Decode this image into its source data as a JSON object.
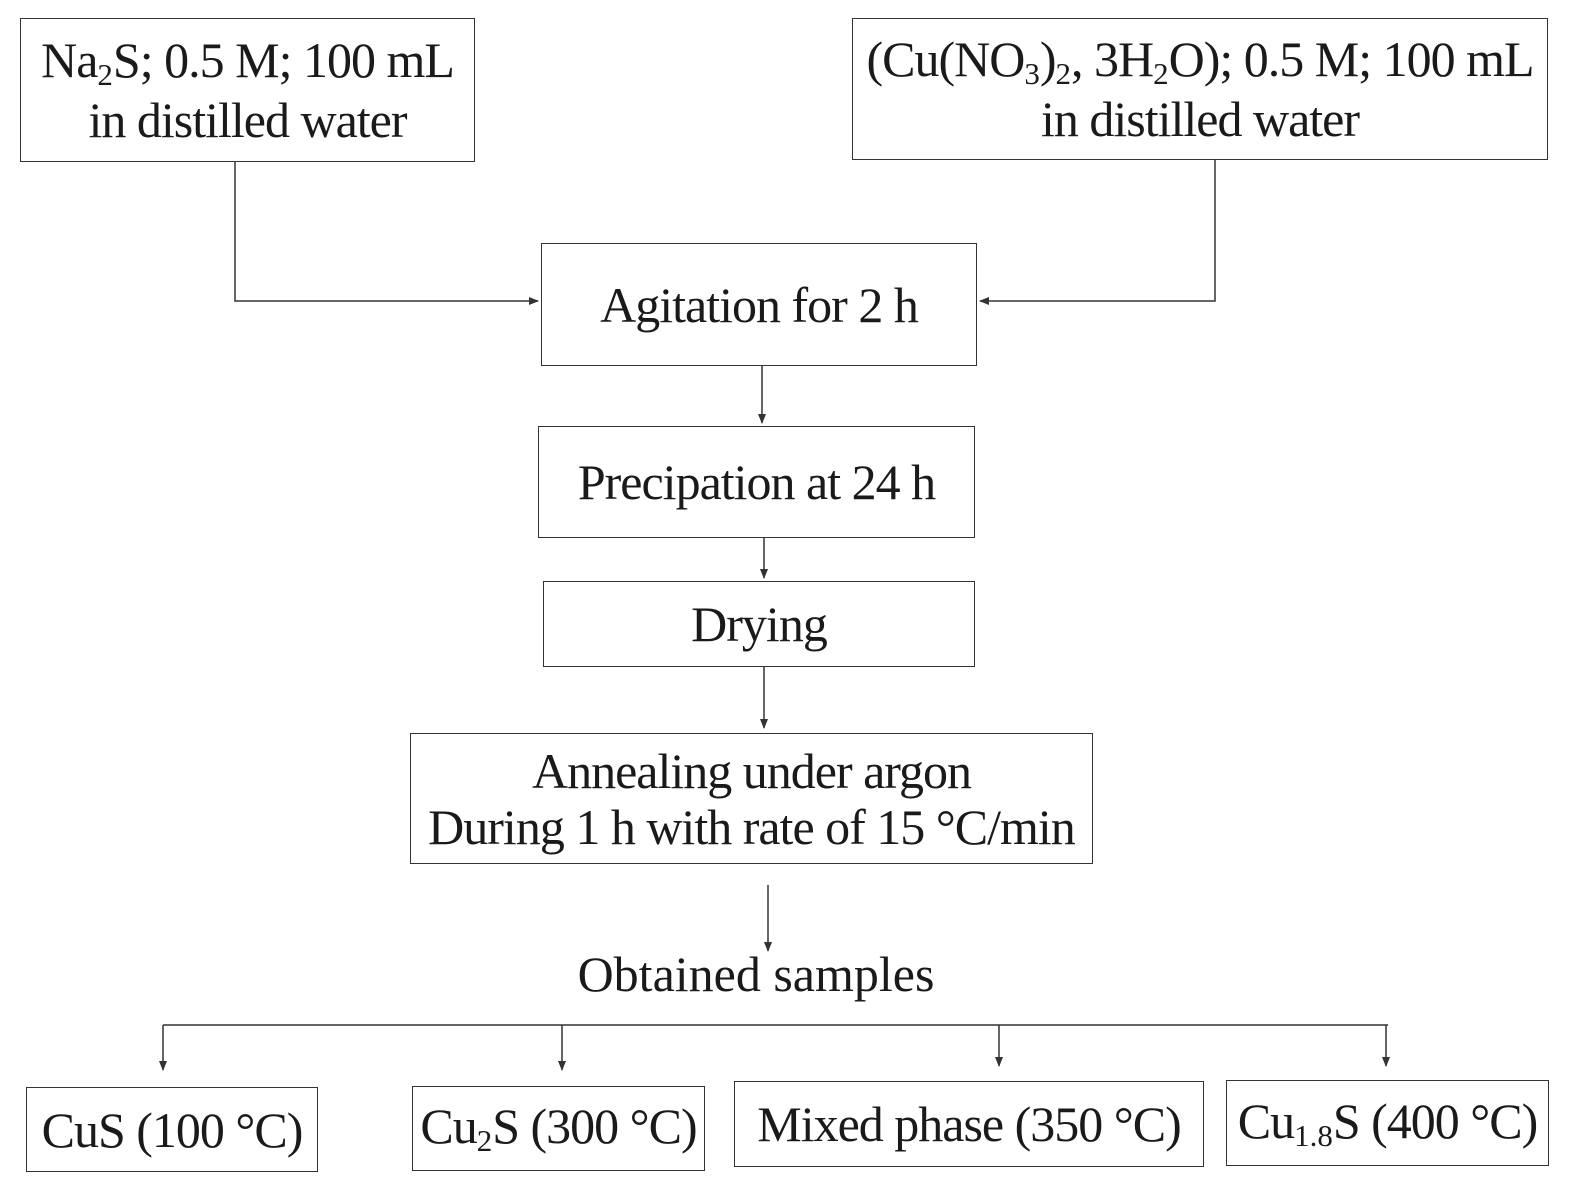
{
  "boxes": {
    "na2s": {
      "formula_a": "Na",
      "formula_sub": "2",
      "formula_b": "S; 0.5 M; 100 mL",
      "line2": "in distilled water"
    },
    "cuno3": {
      "p1": "(Cu(NO",
      "s1": "3",
      "p2": ")",
      "s2": "2",
      "p3": ", 3H",
      "s3": "2",
      "p4": "O); 0.5 M; 100 mL",
      "line2": "in distilled water"
    },
    "agitation": "Agitation for 2 h",
    "precipitation": "Precipation at 24 h",
    "drying": "Drying",
    "annealing": {
      "line1": "Annealing under argon",
      "line2": "During 1 h with rate of 15 °C/min"
    },
    "obtained": "Obtained samples"
  },
  "samples": {
    "s1": {
      "text": "CuS (100 °C)"
    },
    "s2": {
      "a": "Cu",
      "sub": "2",
      "b": "S (300 °C)"
    },
    "s3": {
      "text": "Mixed phase (350 °C)"
    },
    "s4": {
      "a": "Cu",
      "sub": "1.8",
      "b": "S (400 °C)"
    }
  },
  "colors": {
    "line": "#333333",
    "text": "#1a1a1a",
    "background": "#ffffff"
  }
}
